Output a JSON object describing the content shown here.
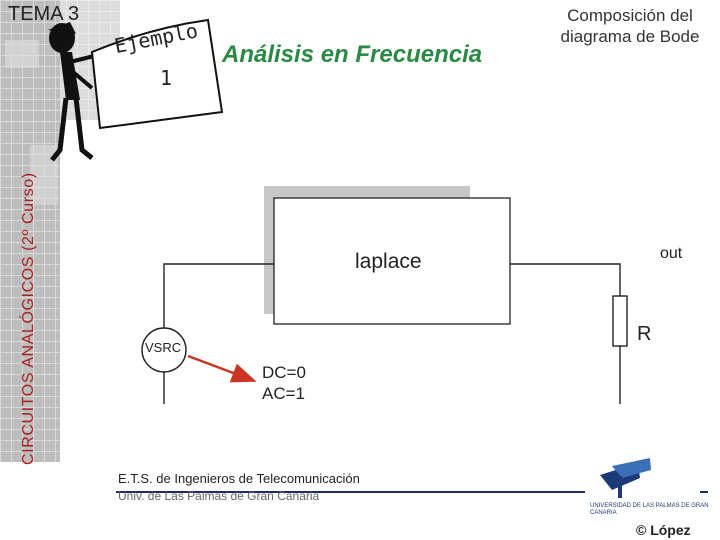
{
  "header": {
    "tema": "TEMA 3",
    "course_vertical": "CIRCUITOS ANALÓGICOS (2º Curso)",
    "main_title": "Análisis en Frecuencia",
    "slide_title": "Composición del diagrama de Bode",
    "sign_text": "Ejemplo",
    "sign_number": "1"
  },
  "diagram": {
    "block_label": "laplace",
    "output_label": "out",
    "resistor_label": "R",
    "source_label": "VSRC",
    "source_params": "DC=0 AC=1"
  },
  "footer": {
    "school": "E.T.S. de Ingenieros de Telecomunicación",
    "university": "Univ. de Las Palmas de Gran Canaria",
    "logo_text": "UNIVERSIDAD DE LAS PALMAS DE GRAN CANARIA",
    "author": "© López"
  },
  "colors": {
    "course_title": "#a71f1f",
    "main_title": "#2a8a44",
    "arrow": "#cc3322",
    "footer_line": "#1d2a6b",
    "logo": "#1d3a78"
  }
}
